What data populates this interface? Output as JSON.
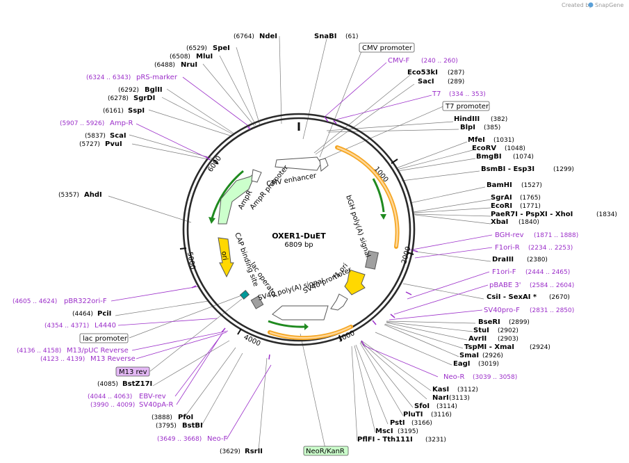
{
  "header": {
    "created_by": "Created by",
    "brand": "SnapGene"
  },
  "plasmid": {
    "name": "OXER1-DuET",
    "size_text": "6809 bp",
    "total_bp": 6809
  },
  "ticks": [
    "1000",
    "2000",
    "3000",
    "4000",
    "5000",
    "6000"
  ],
  "features": [
    {
      "name": "CMV enhancer",
      "color": "#ffffff"
    },
    {
      "name": "CMV promoter",
      "color": "#ffffff"
    },
    {
      "name": "bGH poly(A) signal",
      "color": "#a0a0a0"
    },
    {
      "name": "f1 ori",
      "color": "#ffd800"
    },
    {
      "name": "SV40 promoter",
      "color": "#ffffff"
    },
    {
      "name": "SV40 poly(A) signal",
      "color": "#ffffff"
    },
    {
      "name": "lac operator",
      "color": "#a0a0a0"
    },
    {
      "name": "CAP binding site",
      "color": "#009999"
    },
    {
      "name": "ori",
      "color": "#ffd800"
    },
    {
      "name": "AmpR",
      "color": "#ccffcc"
    },
    {
      "name": "AmpR promoter",
      "color": "#ffffff"
    },
    {
      "name": "NeoR/KanR",
      "color": "#ccffcc"
    }
  ],
  "sites": [
    {
      "name": "SnaBI",
      "pos": "(61)"
    },
    {
      "name": "Eco53kI",
      "pos": "(287)"
    },
    {
      "name": "SacI",
      "pos": "(289)"
    },
    {
      "name": "HindIII",
      "pos": "(382)"
    },
    {
      "name": "BlpI",
      "pos": "(385)"
    },
    {
      "name": "MfeI",
      "pos": "(1031)"
    },
    {
      "name": "EcoRV",
      "pos": "(1048)"
    },
    {
      "name": "BmgBI",
      "pos": "(1074)"
    },
    {
      "name": "BsmBI - Esp3I",
      "pos": "(1299)"
    },
    {
      "name": "BamHI",
      "pos": "(1527)"
    },
    {
      "name": "SgrAI",
      "pos": "(1765)"
    },
    {
      "name": "EcoRI",
      "pos": "(1771)"
    },
    {
      "name": "PaeR7I - PspXI - XhoI",
      "pos": "(1834)"
    },
    {
      "name": "XbaI",
      "pos": "(1840)"
    },
    {
      "name": "DraIII",
      "pos": "(2380)"
    },
    {
      "name": "CsiI - SexAI *",
      "pos": "(2670)"
    },
    {
      "name": "BseRI",
      "pos": "(2899)"
    },
    {
      "name": "StuI",
      "pos": "(2902)"
    },
    {
      "name": "AvrII",
      "pos": "(2903)"
    },
    {
      "name": "TspMI - XmaI",
      "pos": "(2924)"
    },
    {
      "name": "SmaI",
      "pos": "(2926)"
    },
    {
      "name": "EagI",
      "pos": "(3019)"
    },
    {
      "name": "KasI",
      "pos": "(3112)"
    },
    {
      "name": "NarI",
      "pos": "(3113)"
    },
    {
      "name": "SfoI",
      "pos": "(3114)"
    },
    {
      "name": "PluTI",
      "pos": "(3116)"
    },
    {
      "name": "PstI",
      "pos": "(3166)"
    },
    {
      "name": "MscI",
      "pos": "(3195)"
    },
    {
      "name": "PflFI - Tth111I",
      "pos": "(3231)"
    },
    {
      "name": "RsrII",
      "pos": "(3629)"
    },
    {
      "name": "BstBI",
      "pos": "(3795)"
    },
    {
      "name": "PfoI",
      "pos": "(3888)"
    },
    {
      "name": "BstZ17I",
      "pos": "(4085)"
    },
    {
      "name": "PciI",
      "pos": "(4464)"
    },
    {
      "name": "AhdI",
      "pos": "(5357)"
    },
    {
      "name": "PvuI",
      "pos": "(5727)"
    },
    {
      "name": "ScaI",
      "pos": "(5837)"
    },
    {
      "name": "SspI",
      "pos": "(6161)"
    },
    {
      "name": "SgrDI",
      "pos": "(6278)"
    },
    {
      "name": "BglII",
      "pos": "(6292)"
    },
    {
      "name": "NruI",
      "pos": "(6488)"
    },
    {
      "name": "MluI",
      "pos": "(6508)"
    },
    {
      "name": "SpeI",
      "pos": "(6529)"
    },
    {
      "name": "NdeI",
      "pos": "(6764)"
    }
  ],
  "primers": [
    {
      "name": "CMV-F",
      "pos": "(240 .. 260)"
    },
    {
      "name": "T7",
      "pos": "(334 .. 353)"
    },
    {
      "name": "BGH-rev",
      "pos": "(1871 .. 1888)"
    },
    {
      "name": "F1ori-R",
      "pos": "(2234 .. 2253)"
    },
    {
      "name": "F1ori-F",
      "pos": "(2444 .. 2465)"
    },
    {
      "name": "pBABE 3'",
      "pos": "(2584 .. 2604)"
    },
    {
      "name": "SV40pro-F",
      "pos": "(2831 .. 2850)"
    },
    {
      "name": "Neo-R",
      "pos": "(3039 .. 3058)"
    },
    {
      "name": "Neo-F",
      "pos": "(3649 .. 3668)"
    },
    {
      "name": "SV40pA-R",
      "pos": "(3990 .. 4009)"
    },
    {
      "name": "EBV-rev",
      "pos": "(4044 .. 4063)"
    },
    {
      "name": "M13 Reverse",
      "pos": "(4123 .. 4139)"
    },
    {
      "name": "M13/pUC Reverse",
      "pos": "(4136 .. 4158)"
    },
    {
      "name": "L4440",
      "pos": "(4354 .. 4371)"
    },
    {
      "name": "pBR322ori-F",
      "pos": "(4605 .. 4624)"
    },
    {
      "name": "Amp-R",
      "pos": "(5907 .. 5926)"
    },
    {
      "name": "pRS-marker",
      "pos": "(6324 .. 6343)"
    }
  ],
  "boxed_labels": [
    {
      "name": "CMV promoter"
    },
    {
      "name": "T7 promoter"
    },
    {
      "name": "lac promoter"
    },
    {
      "name": "M13 rev"
    },
    {
      "name": "NeoR/KanR"
    }
  ]
}
